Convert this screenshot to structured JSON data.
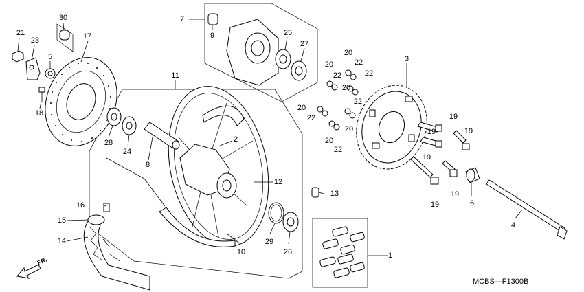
{
  "diagram": {
    "code": "MCBS—F1300B",
    "direction_label": "FR.",
    "callouts": [
      {
        "id": "c1",
        "text": "1"
      },
      {
        "id": "c2",
        "text": "2"
      },
      {
        "id": "c3",
        "text": "3"
      },
      {
        "id": "c4",
        "text": "4"
      },
      {
        "id": "c5",
        "text": "5"
      },
      {
        "id": "c6",
        "text": "6"
      },
      {
        "id": "c7",
        "text": "7"
      },
      {
        "id": "c8",
        "text": "8"
      },
      {
        "id": "c9",
        "text": "9"
      },
      {
        "id": "c10",
        "text": "10"
      },
      {
        "id": "c11",
        "text": "11"
      },
      {
        "id": "c12",
        "text": "12"
      },
      {
        "id": "c13",
        "text": "13"
      },
      {
        "id": "c14",
        "text": "14"
      },
      {
        "id": "c15",
        "text": "15"
      },
      {
        "id": "c16",
        "text": "16"
      },
      {
        "id": "c17",
        "text": "17"
      },
      {
        "id": "c18",
        "text": "18"
      },
      {
        "id": "c19a",
        "text": "19"
      },
      {
        "id": "c19b",
        "text": "19"
      },
      {
        "id": "c19c",
        "text": "19"
      },
      {
        "id": "c19d",
        "text": "19"
      },
      {
        "id": "c19e",
        "text": "19"
      },
      {
        "id": "c19f",
        "text": "19"
      },
      {
        "id": "c20a",
        "text": "20"
      },
      {
        "id": "c20b",
        "text": "20"
      },
      {
        "id": "c20c",
        "text": "20"
      },
      {
        "id": "c20d",
        "text": "20"
      },
      {
        "id": "c20e",
        "text": "20"
      },
      {
        "id": "c20f",
        "text": "20"
      },
      {
        "id": "c21",
        "text": "21"
      },
      {
        "id": "c22a",
        "text": "22"
      },
      {
        "id": "c22b",
        "text": "22"
      },
      {
        "id": "c22c",
        "text": "22"
      },
      {
        "id": "c22d",
        "text": "22"
      },
      {
        "id": "c22e",
        "text": "22"
      },
      {
        "id": "c22f",
        "text": "22"
      },
      {
        "id": "c23",
        "text": "23"
      },
      {
        "id": "c24",
        "text": "24"
      },
      {
        "id": "c25",
        "text": "25"
      },
      {
        "id": "c26",
        "text": "26"
      },
      {
        "id": "c27",
        "text": "27"
      },
      {
        "id": "c28",
        "text": "28"
      },
      {
        "id": "c29",
        "text": "29"
      },
      {
        "id": "c30",
        "text": "30"
      }
    ]
  }
}
